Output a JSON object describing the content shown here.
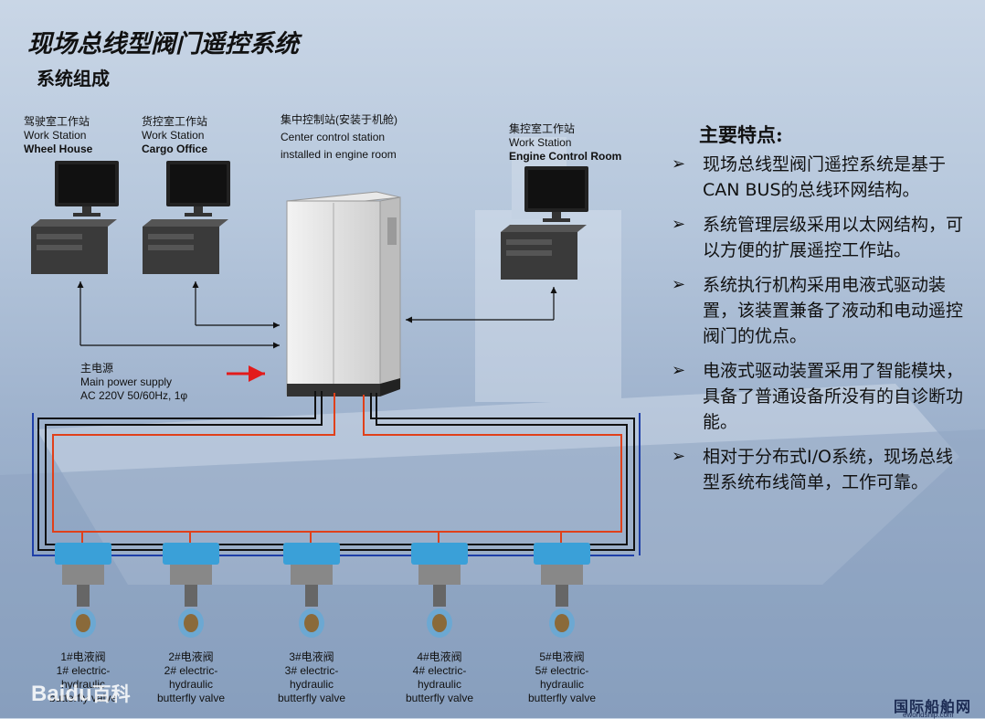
{
  "title": "现场总线型阀门遥控系统",
  "subtitle": "系统组成",
  "stations": {
    "wheel_house": {
      "cn": "驾驶室工作站",
      "en1": "Work Station",
      "en2": "Wheel House"
    },
    "cargo_office": {
      "cn": "货控室工作站",
      "en1": "Work Station",
      "en2": "Cargo Office"
    },
    "center": {
      "cn": "集中控制站(安装于机舱)",
      "en1": "Center control station",
      "en2": "installed in engine room"
    },
    "engine_room": {
      "cn": "集控室工作站",
      "en1": "Work Station",
      "en2": "Engine Control Room"
    }
  },
  "power": {
    "cn": "主电源",
    "en1": "Main power supply",
    "en2": "AC 220V 50/60Hz, 1φ"
  },
  "features": {
    "title": "主要特点:",
    "items": [
      "现场总线型阀门遥控系统是基于CAN BUS的总线环网结构。",
      "系统管理层级采用以太网结构，可以方便的扩展遥控工作站。",
      "系统执行机构采用电液式驱动装置，该装置兼备了液动和电动遥控阀门的优点。",
      "电液式驱动装置采用了智能模块，具备了普通设备所没有的自诊断功能。",
      "相对于分布式I/O系统，现场总线型系统布线简单，工作可靠。"
    ]
  },
  "valves": [
    {
      "cn": "1#电液阀",
      "en1": "1#  electric-",
      "en2": "hydraulic",
      "en3": "butterfly valve"
    },
    {
      "cn": "2#电液阀",
      "en1": "2#  electric-",
      "en2": "hydraulic",
      "en3": "butterfly valve"
    },
    {
      "cn": "3#电液阀",
      "en1": "3#  electric-",
      "en2": "hydraulic",
      "en3": "butterfly valve"
    },
    {
      "cn": "4#电液阀",
      "en1": "4#  electric-",
      "en2": "hydraulic",
      "en3": "butterfly valve"
    },
    {
      "cn": "5#电液阀",
      "en1": "5#  electric-",
      "en2": "hydraulic",
      "en3": "butterfly valve"
    }
  ],
  "watermarks": {
    "baidu": "Baidu",
    "baike": "百科",
    "site": "国际船舶网",
    "url": "eworldship.com"
  },
  "colors": {
    "bus_red": "#e0401a",
    "bus_black": "#111111",
    "bus_blue": "#1f3fa8",
    "valve_actuator": "#3aa0d8",
    "arrow_red": "#e21b1b"
  }
}
